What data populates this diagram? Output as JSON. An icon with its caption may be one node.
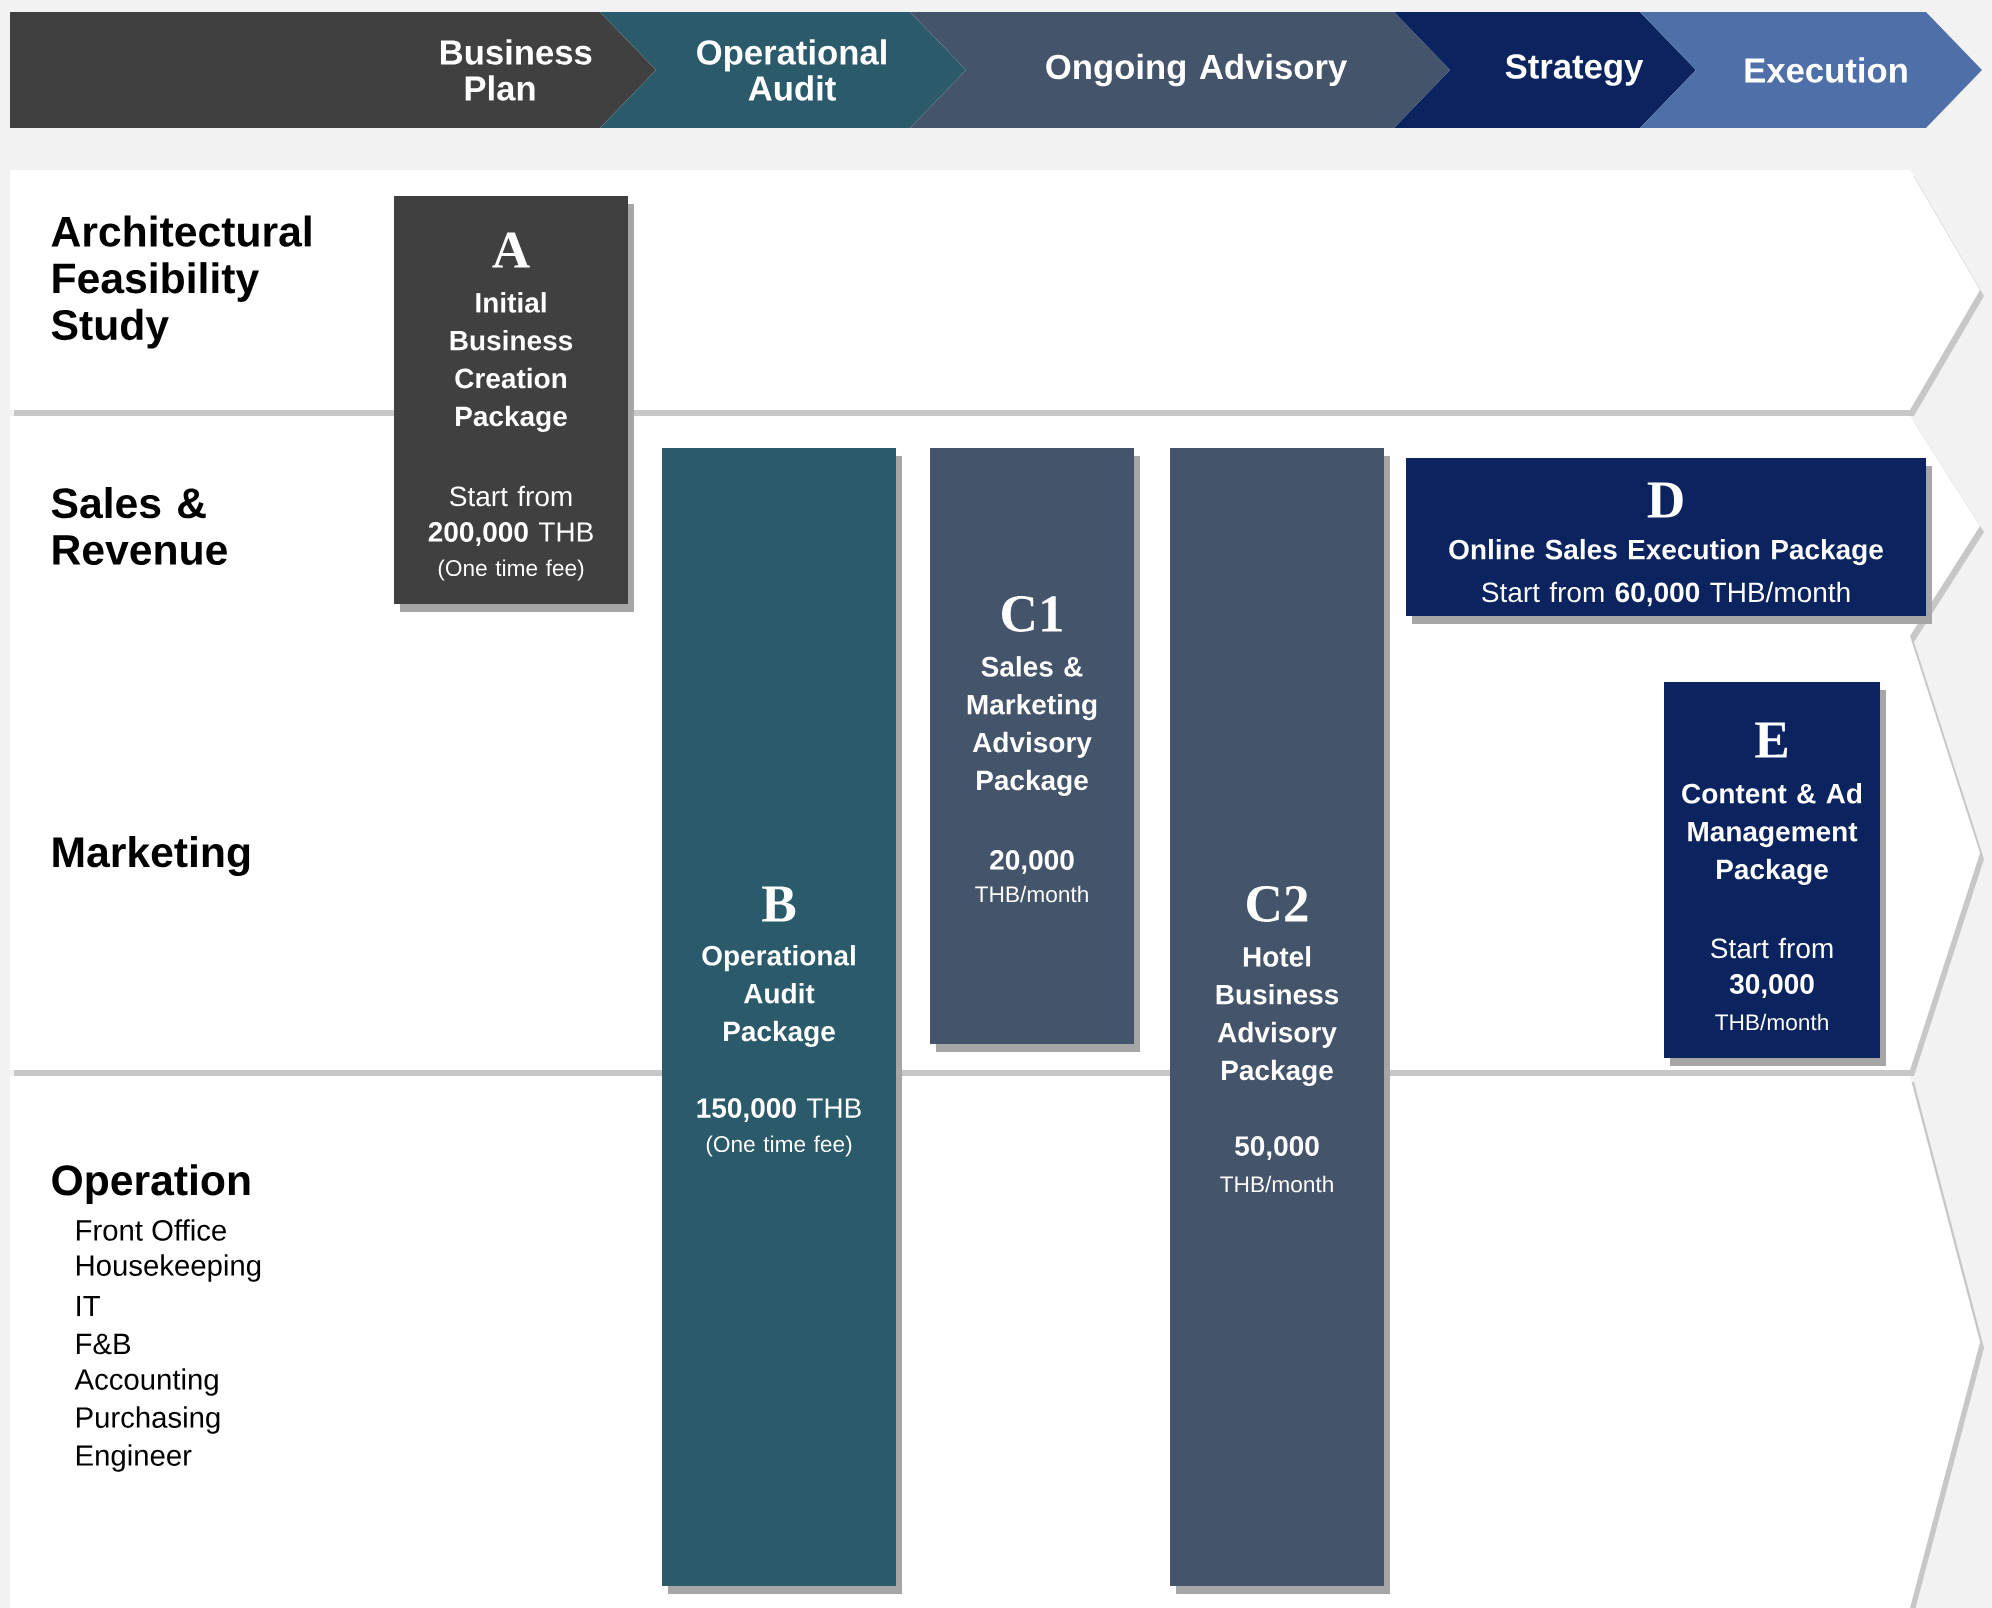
{
  "diagram": {
    "nodes": [
      {
        "text": [
          "Business Plan"
        ]
      },
      {
        "text": [
          "Operational Audit"
        ]
      },
      {
        "text": [
          "Ongoing Advisory"
        ]
      },
      {
        "text": [
          "Strategy"
        ]
      },
      {
        "text": [
          "Execution"
        ]
      },
      {
        "text": [
          "Architectural Feasibility Study"
        ]
      },
      {
        "text": [
          "Sales & Revenue"
        ]
      },
      {
        "text": [
          "Marketing"
        ]
      },
      {
        "text": [
          "Operation",
          "Front Office",
          "Housekeeping",
          "IT",
          "F&B",
          "Accounting",
          "Purchasing",
          "Engineer"
        ]
      },
      {
        "text": [
          "A",
          "Initial Business Creation Package",
          "Start from",
          "**200,000** THB",
          "(One time fee)"
        ]
      },
      {
        "text": [
          "B",
          "Operational Audit Package",
          "**150,000** THB",
          "(One time fee)"
        ]
      },
      {
        "text": [
          "C1",
          "Sales & Marketing Advisory Package",
          "20,000",
          "THB/month"
        ]
      },
      {
        "text": [
          "C2",
          "Hotel Business Advisory Package",
          "50,000",
          "THB/month"
        ]
      },
      {
        "text": [
          "D",
          "Online Sales Execution Package",
          "Start from **60,000** THB/month"
        ],
        "in": 6
      },
      {
        "text": [
          "E",
          "Content & Ad Management Package",
          "Start from",
          "30,000",
          "THB/month"
        ],
        "in": 7
      }
    ]
  }
}
